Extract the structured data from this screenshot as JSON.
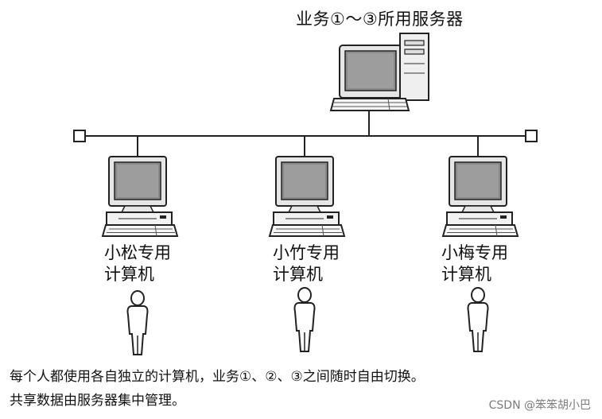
{
  "server": {
    "title": "业务①～③所用服务器"
  },
  "clients": [
    {
      "label_line1": "小松专用",
      "label_line2": "计算机"
    },
    {
      "label_line1": "小竹专用",
      "label_line2": "计算机"
    },
    {
      "label_line1": "小梅专用",
      "label_line2": "计算机"
    }
  ],
  "caption": {
    "line1": "每个人都使用各自独立的计算机，业务①、②、③之间随时自由切换。",
    "line2": "共享数据由服务器集中管理。"
  },
  "watermark": "CSDN @笨笨胡小巴"
}
